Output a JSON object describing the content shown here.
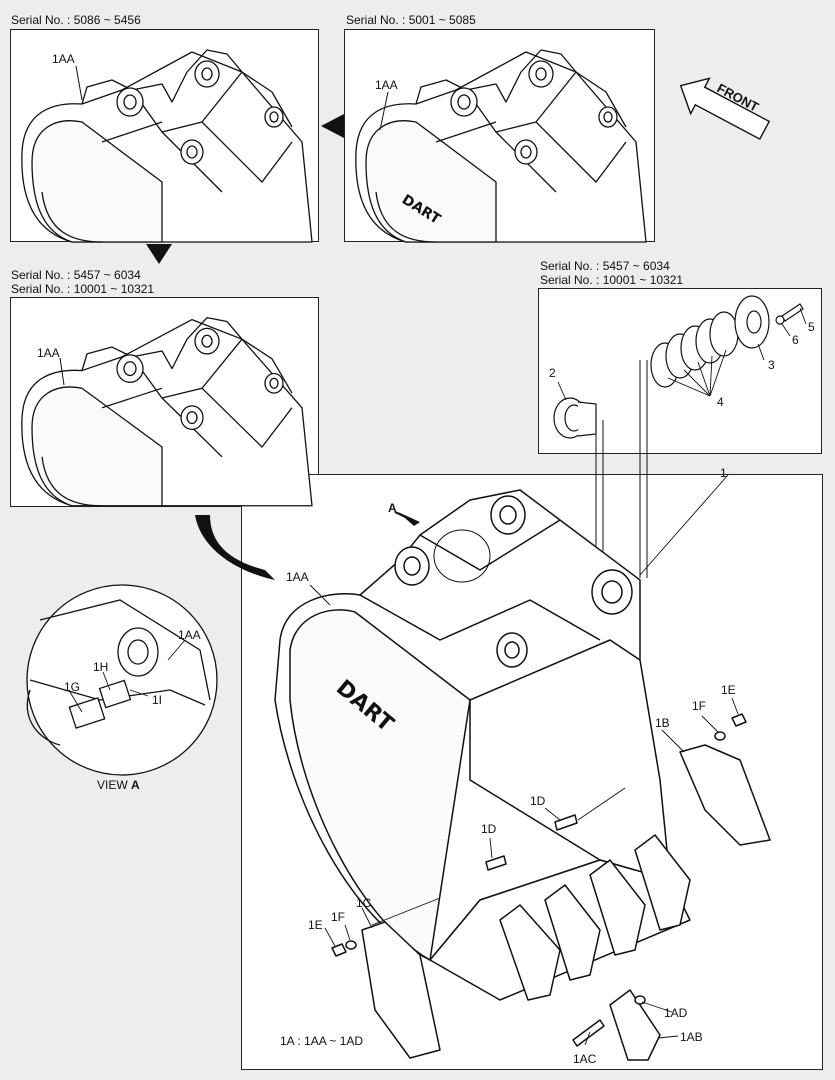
{
  "views": {
    "top_left": {
      "serial_1": "Serial No. : 5086 ~ 5456",
      "part": "1AA"
    },
    "top_right": {
      "serial_1": "Serial No. : 5001 ~ 5085",
      "part": "1AA"
    },
    "mid_left": {
      "serial_1": "Serial No. : 5457 ~ 6034",
      "serial_2": "Serial No. : 10001 ~ 10321",
      "part": "1AA"
    },
    "detail": {
      "serial_1": "Serial No. : 5457 ~ 6034",
      "serial_2": "Serial No. : 10001 ~ 10321",
      "parts": {
        "p2": "2",
        "p3": "3",
        "p4": "4",
        "p5": "5",
        "p6": "6"
      }
    },
    "view_a": {
      "title": "VIEW",
      "title_letter": "A",
      "parts": {
        "p1aa": "1AA",
        "p1h": "1H",
        "p1g": "1G",
        "p1i": "1I"
      }
    },
    "main": {
      "part_1": "1",
      "arrow_letter": "A",
      "parts": {
        "p1aa": "1AA",
        "p1b": "1B",
        "p1c": "1C",
        "p1d_a": "1D",
        "p1d_b": "1D",
        "p1e_a": "1E",
        "p1e_b": "1E",
        "p1f_a": "1F",
        "p1f_b": "1F",
        "p1ab": "1AB",
        "p1ac": "1AC",
        "p1ad": "1AD"
      },
      "assembly_note": "1A : 1AA ~ 1AD"
    }
  },
  "front_label": "FRONT",
  "brand_mark": "DART"
}
